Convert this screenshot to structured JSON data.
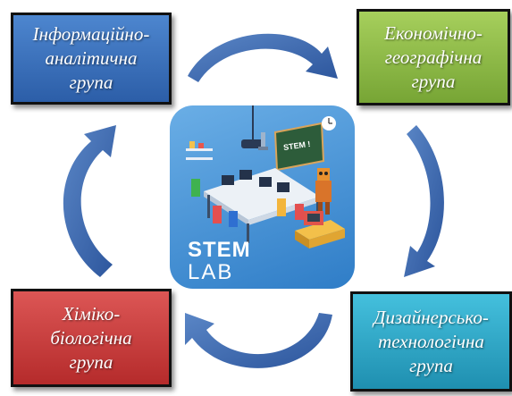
{
  "nodes": {
    "info": {
      "lines": [
        "Інформаційно-",
        "аналітична",
        "група"
      ],
      "color": "#3a70bd"
    },
    "econ": {
      "lines": [
        "Економічно-",
        "географічна",
        "група"
      ],
      "color": "#8dbb46"
    },
    "chem": {
      "lines": [
        "Хіміко-",
        "біологічна",
        "група"
      ],
      "color": "#c93d3d"
    },
    "design": {
      "lines": [
        "Дизайнерсько-",
        "технологічна",
        "група"
      ],
      "color": "#2ea8c9"
    }
  },
  "center": {
    "title_line1": "STEM",
    "title_line2": "LAB",
    "board_text": "STEM !",
    "color": "#4a94d8"
  },
  "arrow_color": "#3763a8"
}
